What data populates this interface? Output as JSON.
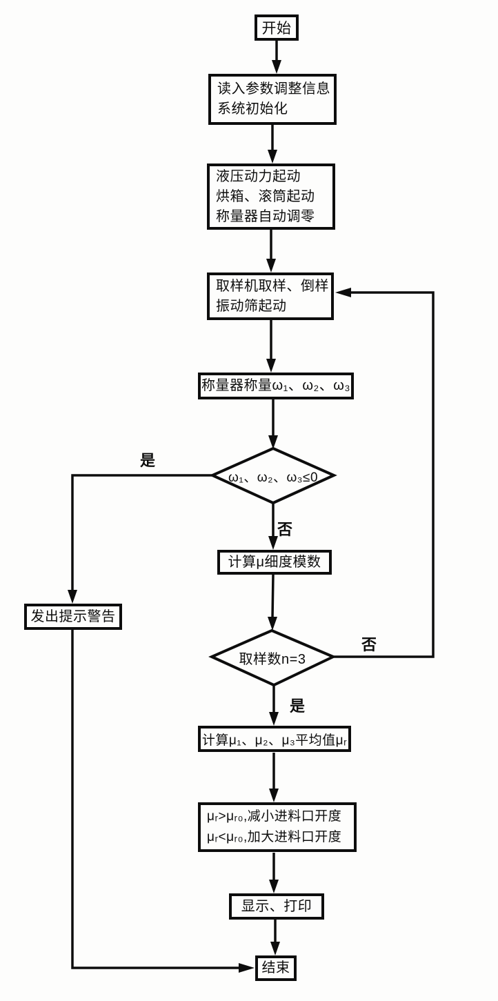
{
  "diagram": {
    "type": "flowchart",
    "language": "zh",
    "nodes": {
      "start": {
        "label": "开始"
      },
      "init": {
        "lines": [
          "读入参数调整信息",
          "系统初始化"
        ]
      },
      "power": {
        "lines": [
          "液压动力起动",
          "烘箱、滚筒起动",
          "称量器自动调零"
        ]
      },
      "sample": {
        "lines": [
          "取样机取样、倒样",
          "振动筛起动"
        ]
      },
      "weigh": {
        "label": "称量器称量ω₁、ω₂、ω₃"
      },
      "check_weight": {
        "label": "ω₁、ω₂、ω₃≤0"
      },
      "warn": {
        "label": "发出提示警告"
      },
      "calc_mu": {
        "label": "计算μ细度模数"
      },
      "check_n": {
        "label": "取样数n=3"
      },
      "calc_avg": {
        "label": "计算μ₁、μ₂、μ₃平均值μᵣ"
      },
      "adjust": {
        "lines": [
          "μᵣ>μᵣ₀,减小进料口开度",
          "μᵣ<μᵣ₀,加大进料口开度"
        ]
      },
      "display": {
        "label": "显示、打印"
      },
      "end": {
        "label": "结束"
      }
    },
    "edge_labels": {
      "weight_yes": "是",
      "weight_no": "否",
      "n_no": "否",
      "n_yes": "是"
    },
    "colors": {
      "ink": "#0d0d0d",
      "paper": "#fdfdfc"
    }
  }
}
